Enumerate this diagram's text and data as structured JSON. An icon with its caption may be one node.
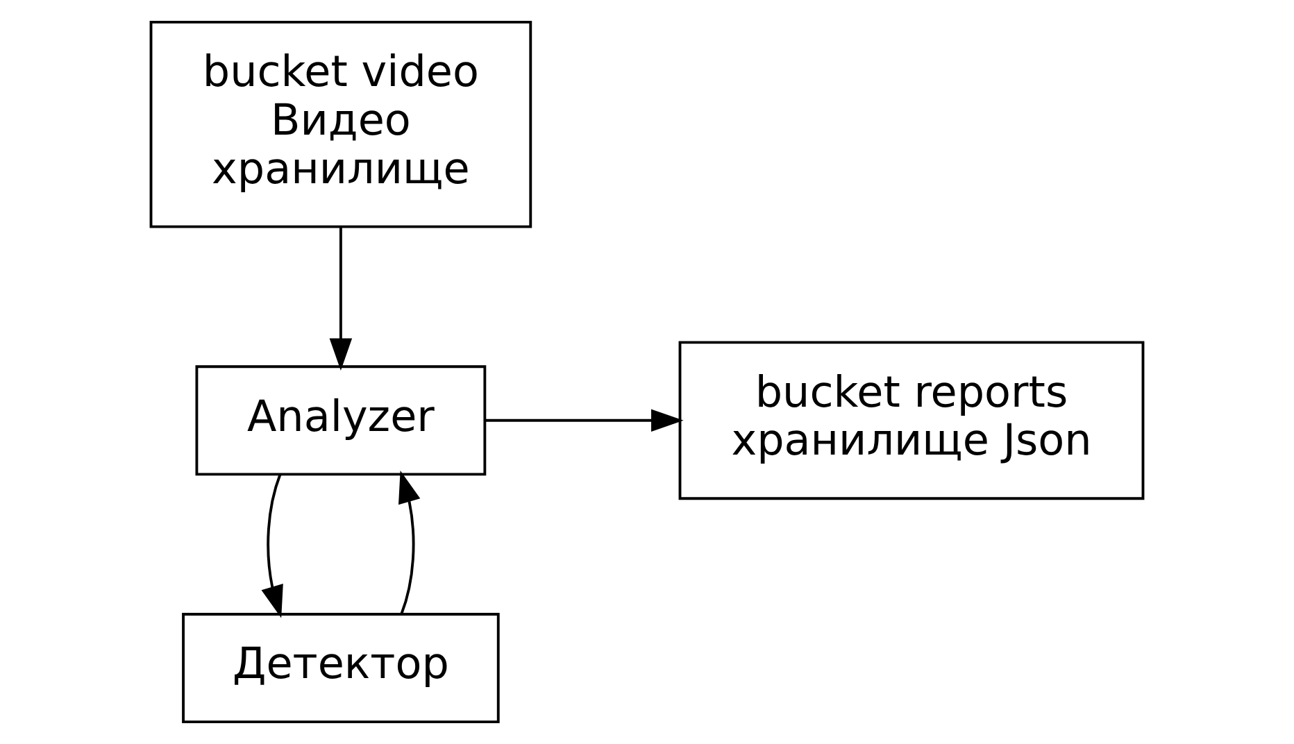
{
  "diagram": {
    "nodes": [
      {
        "text": [
          "bucket video",
          "Видео",
          "хранилище"
        ]
      },
      {
        "text": [
          "Analyzer"
        ]
      },
      {
        "text": [
          "bucket reports",
          "хранилище Json"
        ]
      },
      {
        "text": [
          "Детектор"
        ]
      }
    ],
    "edges": [
      {
        "from": 0,
        "to": 1,
        "arrow": "to"
      },
      {
        "from": 1,
        "to": 2,
        "arrow": "to"
      },
      {
        "from": 1,
        "to": 3,
        "arrow": "to"
      },
      {
        "from": 3,
        "to": 1,
        "arrow": "to"
      }
    ]
  }
}
